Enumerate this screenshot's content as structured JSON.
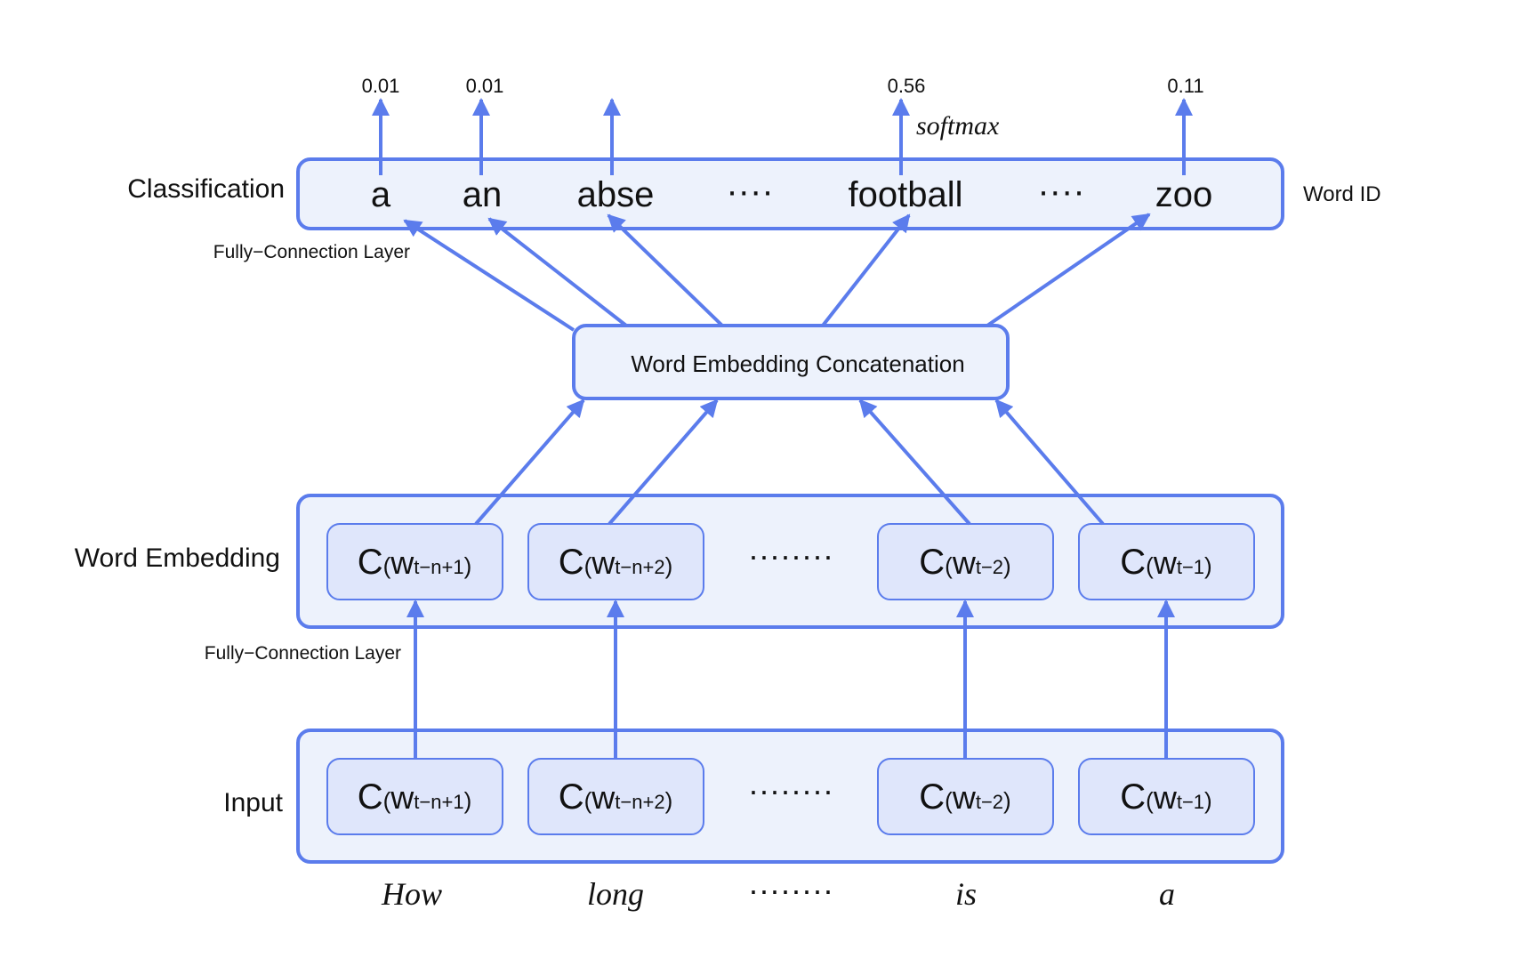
{
  "layers": {
    "classification": "Classification",
    "word_embedding": "Word Embedding",
    "input": "Input"
  },
  "fc_labels": {
    "upper": "Fully−Connection Layer",
    "lower": "Fully−Connection Layer"
  },
  "word_id_label": "Word ID",
  "softmax_label": "softmax",
  "probabilities": [
    "0.01",
    "0.01",
    "0.56",
    "0.11"
  ],
  "vocab": [
    "a",
    "an",
    "abse",
    "····",
    "football",
    "····",
    "zoo"
  ],
  "concat_label": "Word Embedding Concatenation",
  "cells": [
    {
      "c": "C",
      "paren_open": "(",
      "w": "w",
      "sub": "t−n+1",
      "paren_close": ")"
    },
    {
      "c": "C",
      "paren_open": "(",
      "w": "w",
      "sub": "t−n+2",
      "paren_close": ")"
    },
    {
      "c": "C",
      "paren_open": "(",
      "w": "w",
      "sub": "t−2",
      "paren_close": ")"
    },
    {
      "c": "C",
      "paren_open": "(",
      "w": "w",
      "sub": "t−1",
      "paren_close": ")"
    }
  ],
  "ellipsis": "········",
  "input_words": [
    "How",
    "long",
    "········",
    "is",
    "a"
  ],
  "colors": {
    "accent": "#5b7cec",
    "box_fill": "#edf2fc",
    "cell_fill": "#dfe6fb"
  }
}
